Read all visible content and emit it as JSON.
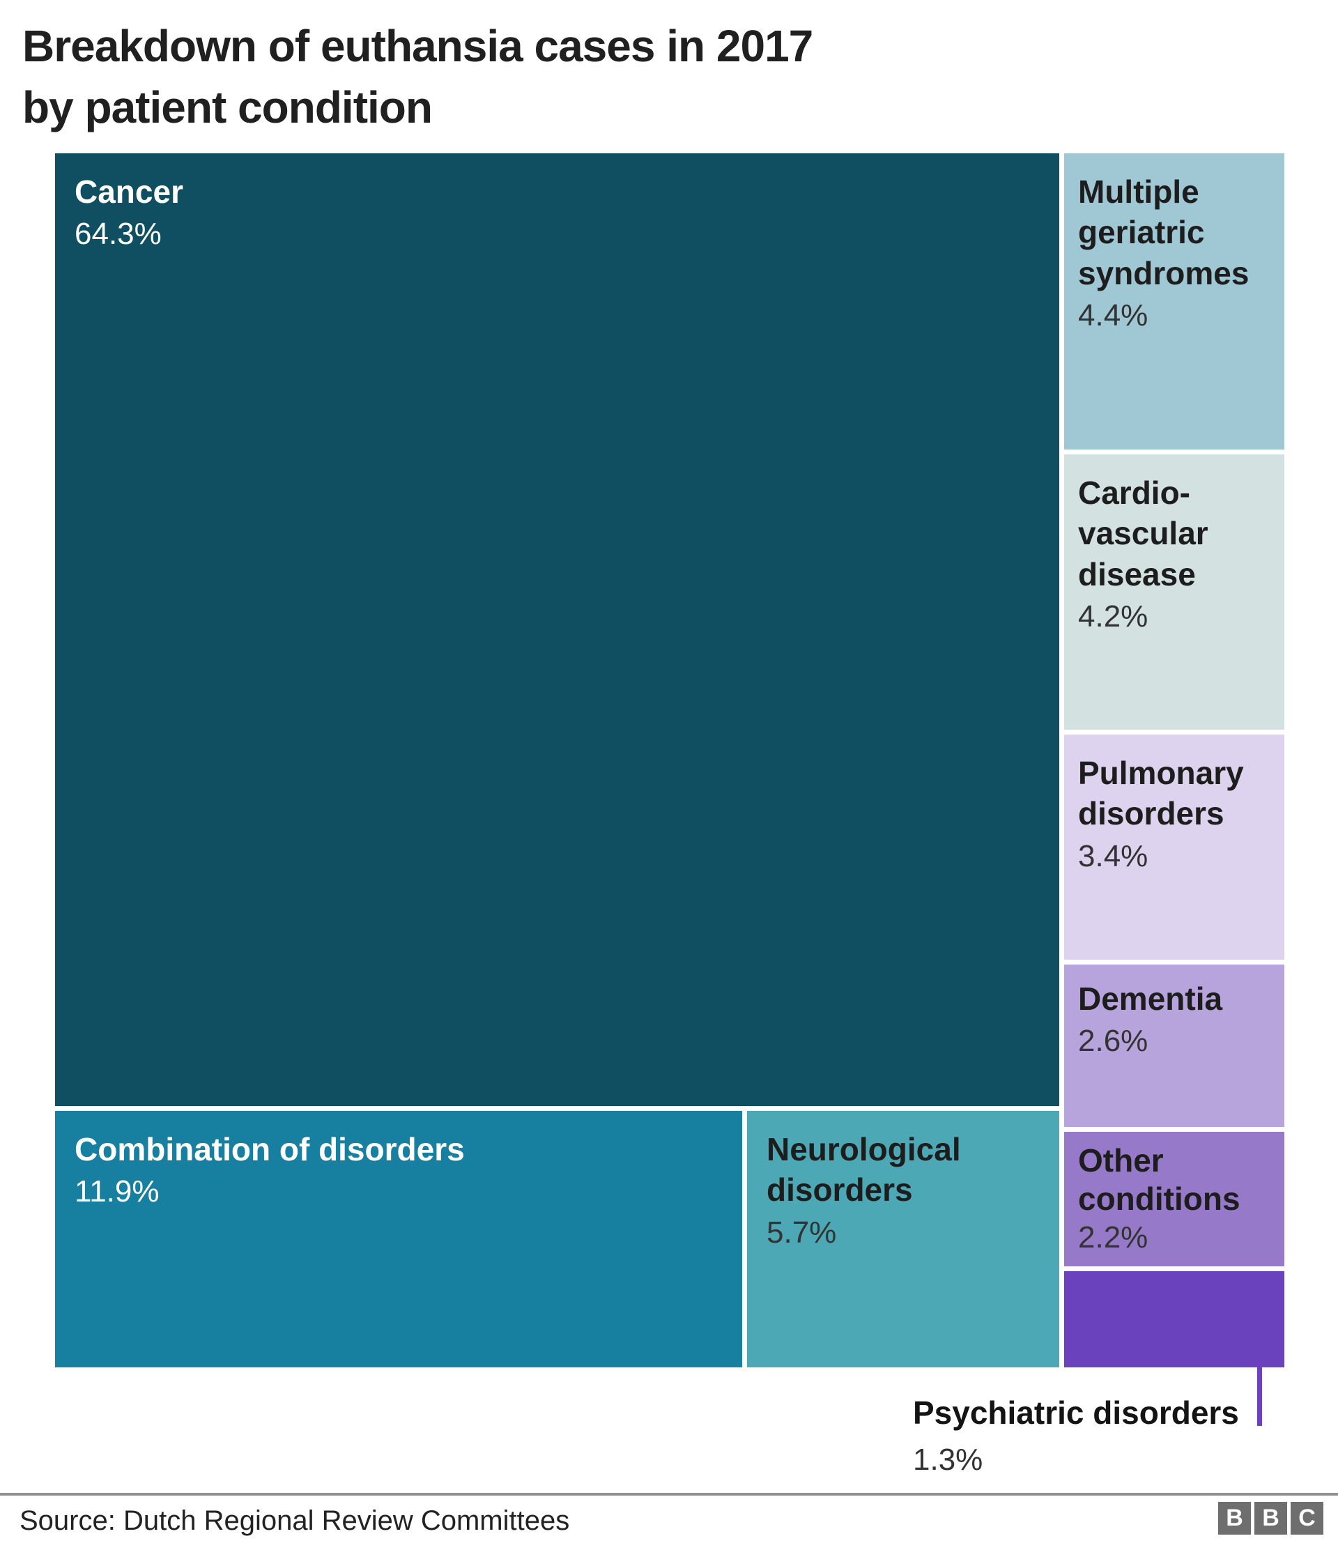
{
  "header": {
    "title_lines": [
      "Breakdown of euthansia cases in 2017",
      "by patient condition"
    ],
    "title_full": "Breakdown of euthansia cases in 2017 by patient condition"
  },
  "treemap": {
    "tiles": [
      {
        "id": "cancer",
        "label": "Cancer",
        "pct": "64.3%",
        "color": "#0f4f61",
        "text": "light"
      },
      {
        "id": "combination",
        "label": "Combination of disorders",
        "pct": "11.9%",
        "color": "#177fa0",
        "text": "light"
      },
      {
        "id": "neurological",
        "label": "Neurological disorders",
        "pct": "5.7%",
        "color": "#4da8b5",
        "text": "dark"
      },
      {
        "id": "mgs",
        "label": "Multiple geriatric syndromes",
        "pct": "4.4%",
        "color": "#a0c8d4",
        "text": "dark"
      },
      {
        "id": "cvd",
        "label": "Cardio-vascular disease",
        "pct": "4.2%",
        "color": "#d3e1e1",
        "text": "dark"
      },
      {
        "id": "pulmonary",
        "label": "Pulmonary disorders",
        "pct": "3.4%",
        "color": "#ded3ee",
        "text": "dark"
      },
      {
        "id": "dementia",
        "label": "Dementia",
        "pct": "2.6%",
        "color": "#b8a4dc",
        "text": "dark"
      },
      {
        "id": "other",
        "label": "Other conditions",
        "pct": "2.2%",
        "color": "#9779c9",
        "text": "dark"
      },
      {
        "id": "psychiatric",
        "label": "Psychiatric disorders",
        "pct": "1.3%",
        "color": "#6a42be",
        "text": "dark"
      }
    ],
    "connector_color": "#6a42be"
  },
  "footer": {
    "source": "Source: Dutch Regional Review Committees",
    "bbc_letters": [
      "B",
      "B",
      "C"
    ]
  },
  "chart_data": {
    "type": "treemap",
    "title": "Breakdown of euthansia cases in 2017 by patient condition",
    "categories": [
      "Cancer",
      "Combination of disorders",
      "Neurological disorders",
      "Multiple geriatric syndromes",
      "Cardio-vascular disease",
      "Pulmonary disorders",
      "Dementia",
      "Other conditions",
      "Psychiatric disorders"
    ],
    "values": [
      64.3,
      11.9,
      5.7,
      4.4,
      4.2,
      3.4,
      2.6,
      2.2,
      1.3
    ],
    "unit": "%",
    "colors": [
      "#0f4f61",
      "#177fa0",
      "#4da8b5",
      "#a0c8d4",
      "#d3e1e1",
      "#ded3ee",
      "#b8a4dc",
      "#9779c9",
      "#6a42be"
    ],
    "source": "Source: Dutch Regional Review Committees",
    "layout_hints": "large cancer tile top-left, bottom row combination+neurological, right column stacked smallest tiles descending, psychiatric labelled outside below with purple connector"
  }
}
